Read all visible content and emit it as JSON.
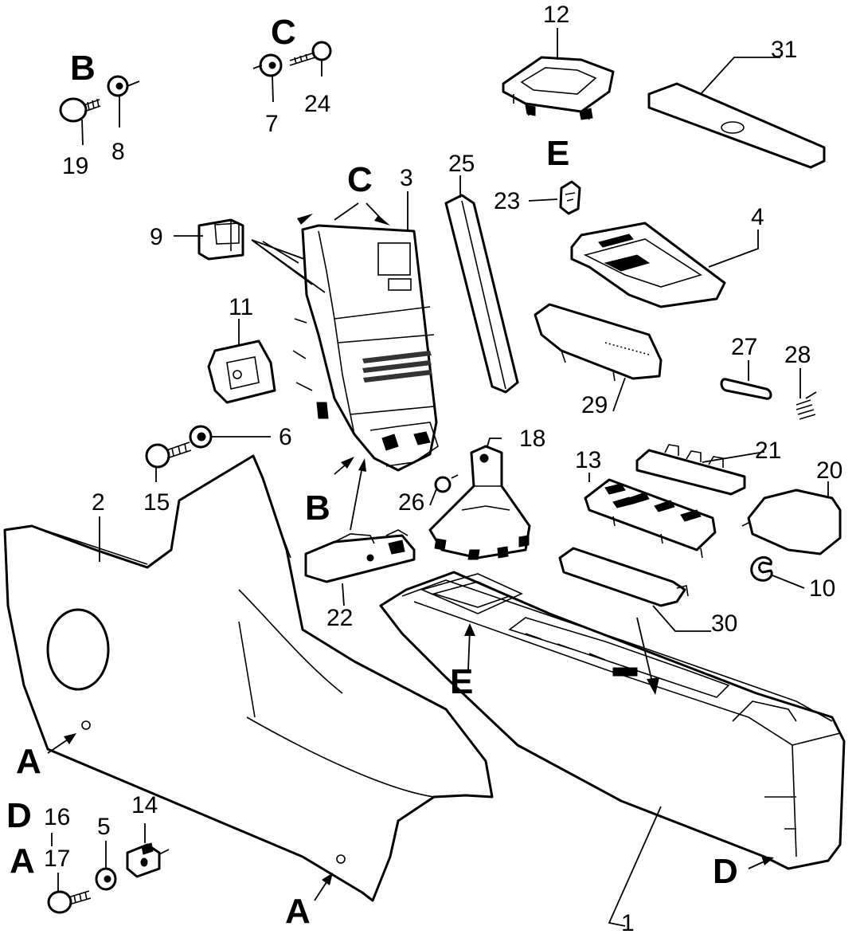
{
  "labels": {
    "numbers": [
      "1",
      "2",
      "3",
      "4",
      "5",
      "6",
      "7",
      "8",
      "9",
      "10",
      "11",
      "12",
      "13",
      "14",
      "15",
      "16",
      "17",
      "18",
      "19",
      "20",
      "21",
      "22",
      "23",
      "24",
      "25",
      "26",
      "27",
      "28",
      "29",
      "30",
      "31"
    ],
    "letters": {
      "a1": "A",
      "a2": "A",
      "a3": "A",
      "b1": "B",
      "b2": "B",
      "c1": "C",
      "c2": "C",
      "d1": "D",
      "d2": "D",
      "e1": "E",
      "e2": "E"
    }
  },
  "colors": {
    "ink": "#000000",
    "paper": "#ffffff"
  }
}
